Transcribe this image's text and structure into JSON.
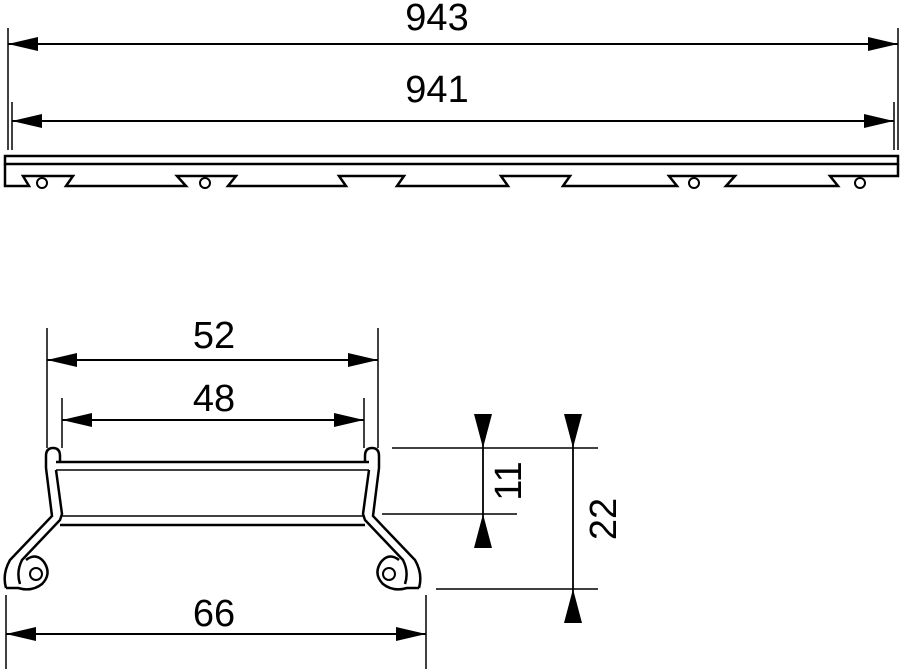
{
  "drawing": {
    "line_color": "#000000",
    "background": "#ffffff"
  },
  "dimensions": {
    "overall_length": "943",
    "inner_length": "941",
    "top_width": "52",
    "inner_width": "48",
    "base_width": "66",
    "depth_small": "11",
    "depth_total": "22"
  }
}
